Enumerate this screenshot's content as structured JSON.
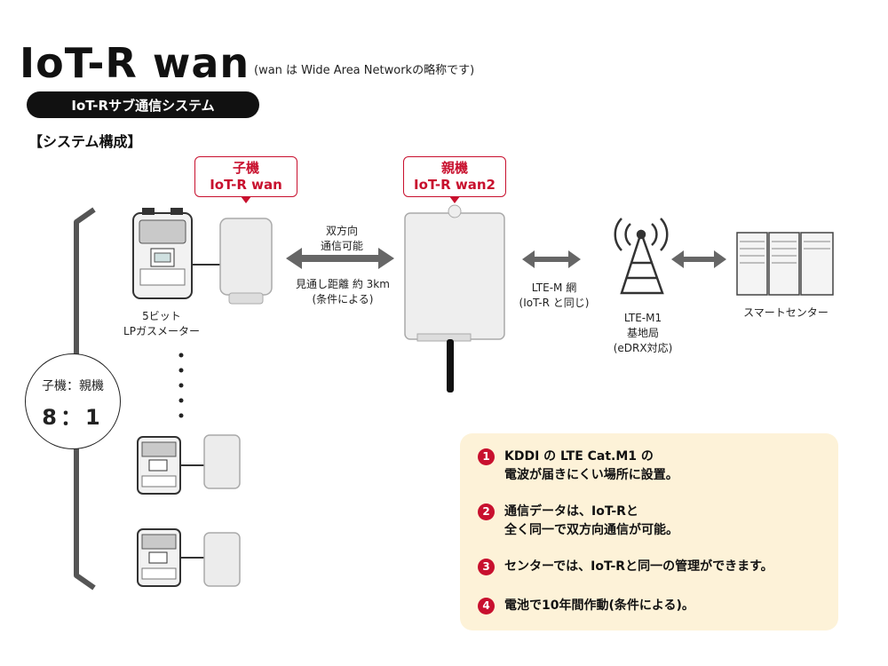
{
  "header": {
    "title": "IoT-R wan",
    "subtitle": "(wan は Wide Area Networkの略称です)",
    "pill": "IoT-Rサブ通信システム",
    "section": "【システム構成】"
  },
  "child": {
    "line1": "子機",
    "line2": "IoT-R wan"
  },
  "parent": {
    "line1": "親機",
    "line2": "IoT-R wan2"
  },
  "meter_label": [
    "5ビット",
    "LPガスメーター"
  ],
  "link_top": [
    "双方向",
    "通信可能"
  ],
  "link_bottom": [
    "見通し距離  約 3km",
    "(条件による)"
  ],
  "lte_link": [
    "LTE-M 網",
    "(IoT-R と同じ)"
  ],
  "base_station": [
    "LTE-M1",
    "基地局",
    "(eDRX対応)"
  ],
  "center": "スマートセンター",
  "ratio": {
    "label": "子機：親機",
    "value": "8：1"
  },
  "notes": [
    {
      "num": "1",
      "lines": [
        "KDDI の LTE  Cat.M1 の",
        "電波が届きにくい場所に設置。"
      ]
    },
    {
      "num": "2",
      "lines": [
        "通信データは、IoT-Rと",
        "全く同一で双方向通信が可能。"
      ]
    },
    {
      "num": "3",
      "lines": [
        "センターでは、IoT-Rと同一の管理ができます。"
      ]
    },
    {
      "num": "4",
      "lines": [
        "電池で10年間作動(条件による)。"
      ]
    }
  ],
  "colors": {
    "accent": "#c8102e",
    "note_bg": "#fdf2d8",
    "arrow": "#666666"
  }
}
